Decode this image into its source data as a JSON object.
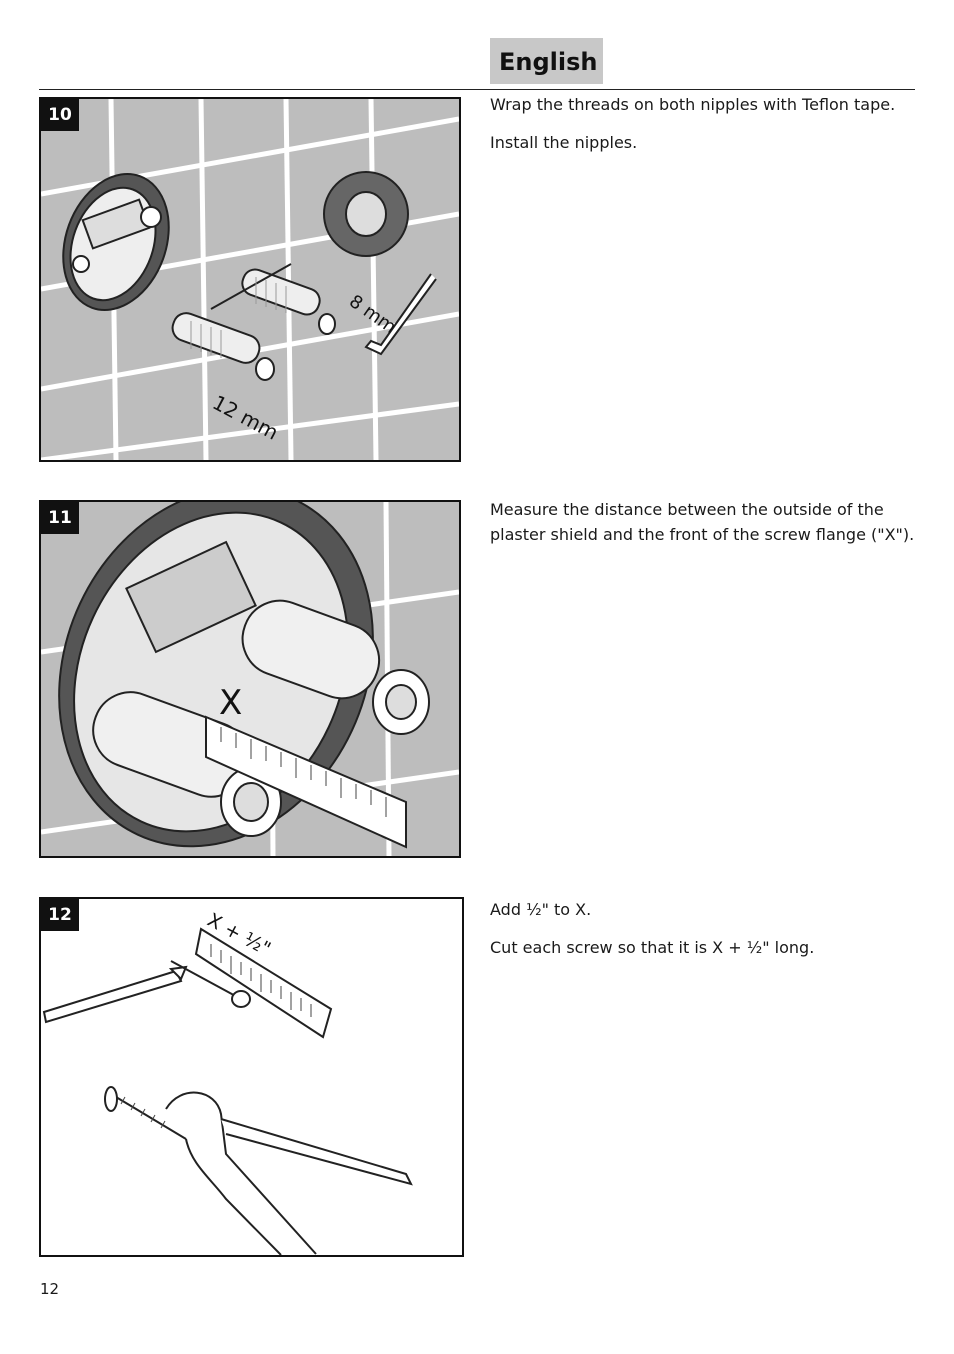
{
  "header": {
    "language": "English"
  },
  "steps": [
    {
      "number": "10",
      "texts": [
        "Wrap the threads on both nipples with Teflon tape.",
        "Install the nipples."
      ],
      "labels": [
        "8 mm",
        "12 mm"
      ]
    },
    {
      "number": "11",
      "texts": [
        "Measure the distance between the outside of the plaster shield and the front of the screw flange (\"X\")."
      ],
      "labels": [
        "X"
      ]
    },
    {
      "number": "12",
      "texts": [
        "Add ½\" to X.",
        "Cut each screw so that it is X + ½\" long."
      ],
      "labels": [
        "X + ½\""
      ]
    }
  ],
  "footer": {
    "page_number": "12"
  }
}
